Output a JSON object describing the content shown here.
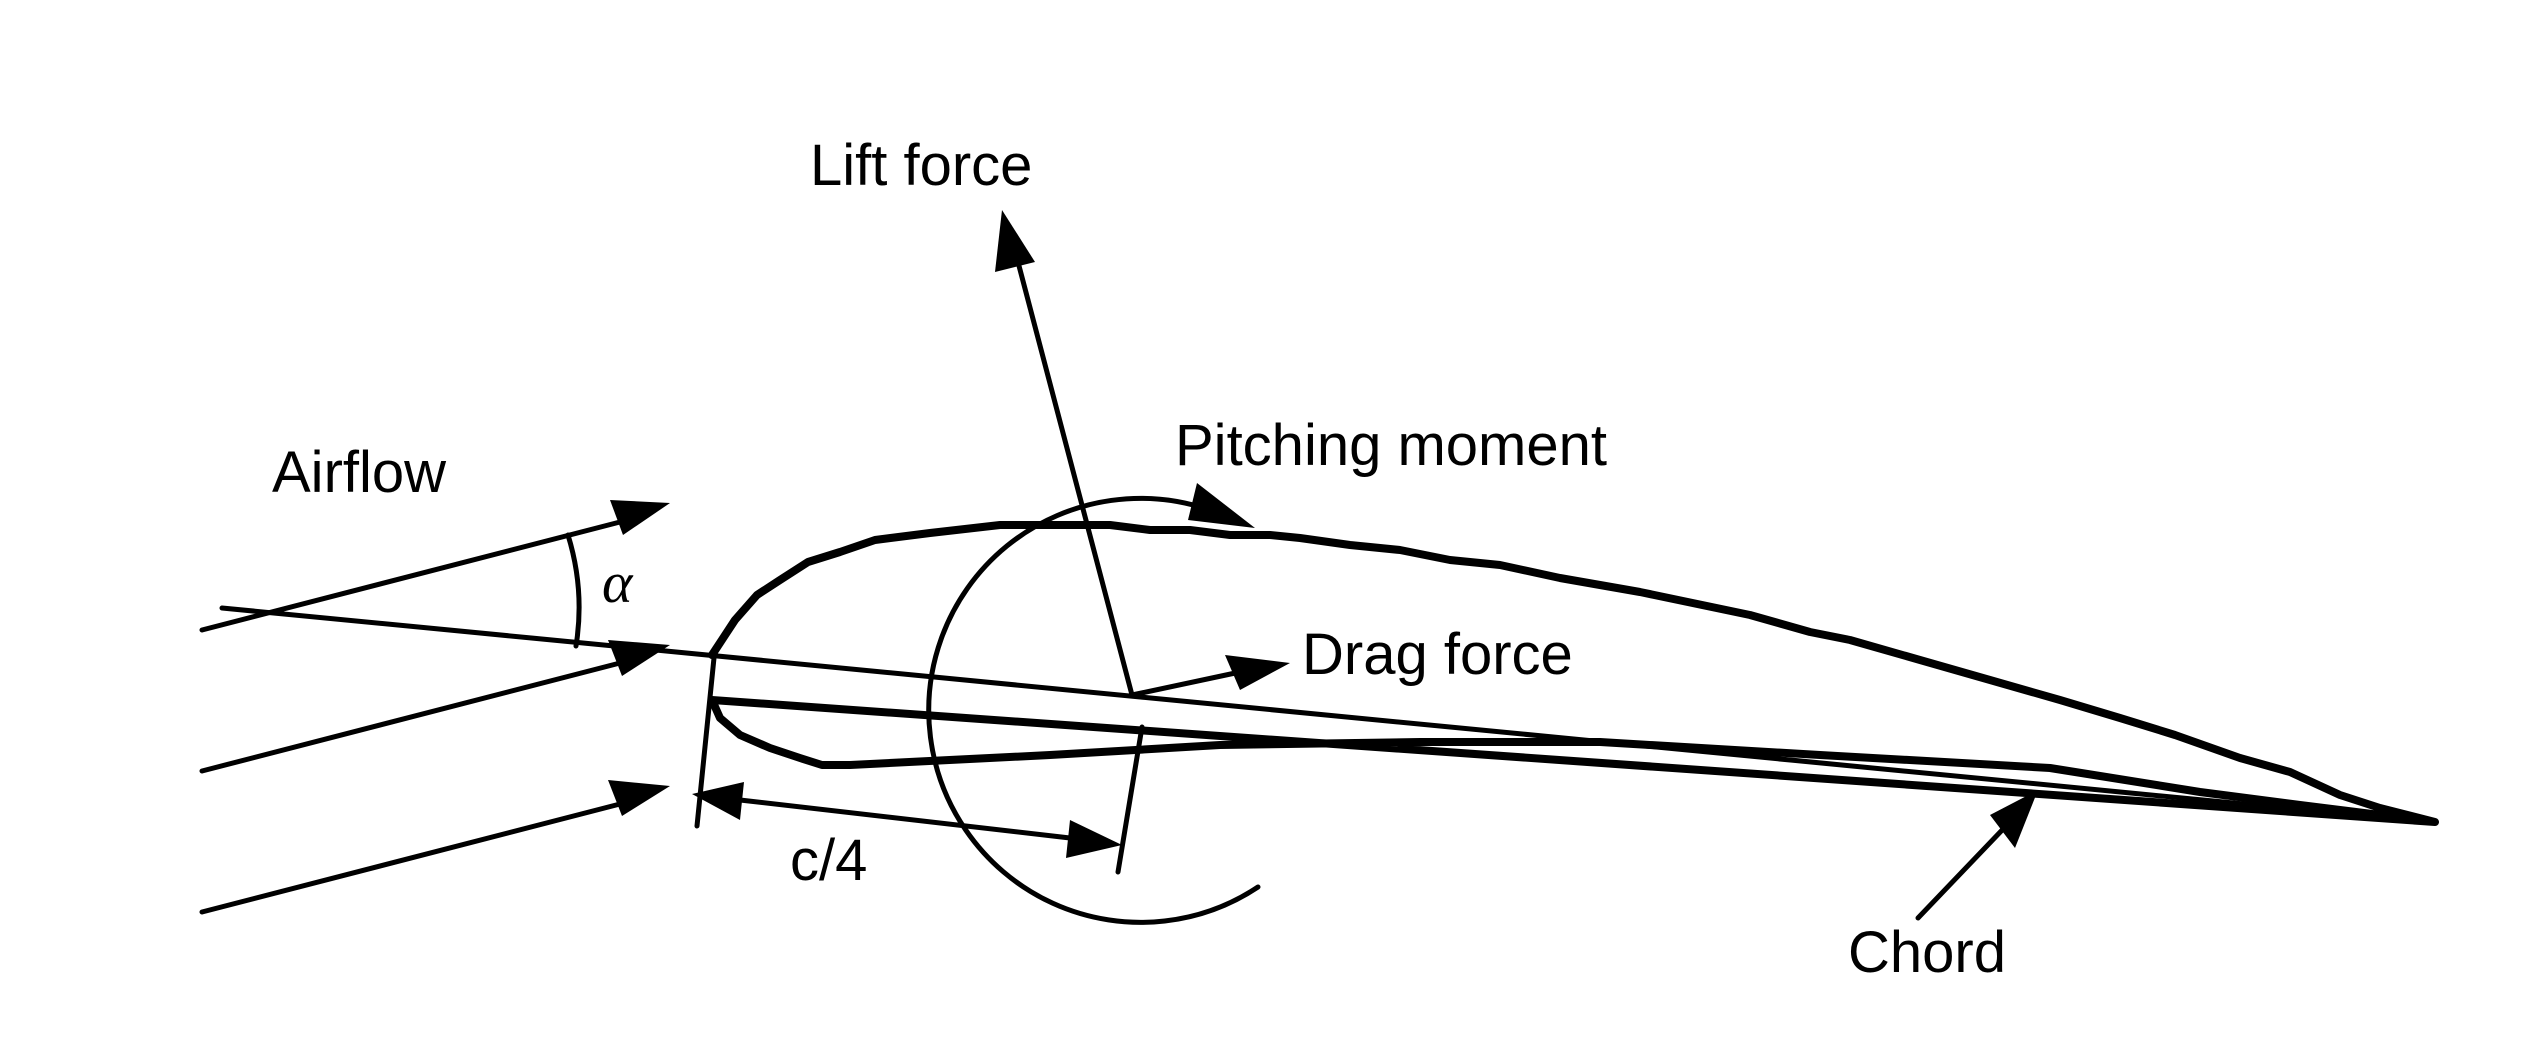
{
  "labels": {
    "lift": "Lift force",
    "pitching": "Pitching moment",
    "airflow": "Airflow",
    "alpha": "α",
    "drag": "Drag force",
    "quarter_chord": "c/4",
    "chord": "Chord"
  }
}
